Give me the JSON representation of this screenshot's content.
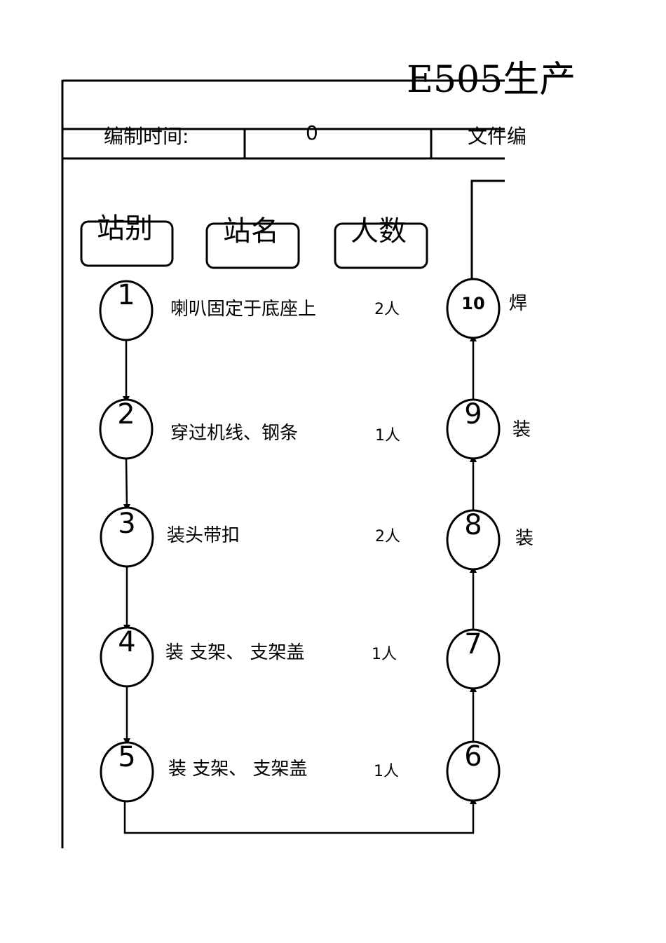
{
  "title": "E505生产",
  "header": {
    "compile_time_label": "编制时间:",
    "compile_time_value": "0",
    "file_no_label": "文件编"
  },
  "column_heads": {
    "station": "站别",
    "station_name": "站名",
    "headcount": "人数"
  },
  "steps_left": [
    {
      "no": "1",
      "name": "喇叭固定于底座上",
      "count": "2人"
    },
    {
      "no": "2",
      "name": "穿过机线、钢条",
      "count": "1人"
    },
    {
      "no": "3",
      "name": "装头带扣",
      "count": "2人"
    },
    {
      "no": "4",
      "name": "装  支架、  支架盖",
      "count": "1人"
    },
    {
      "no": "5",
      "name": "装  支架、  支架盖",
      "count": "1人"
    }
  ],
  "steps_right": [
    {
      "no": "6",
      "name": ""
    },
    {
      "no": "7",
      "name": ""
    },
    {
      "no": "8",
      "name": "装"
    },
    {
      "no": "9",
      "name": "装"
    },
    {
      "no": "10",
      "name": "焊"
    }
  ]
}
